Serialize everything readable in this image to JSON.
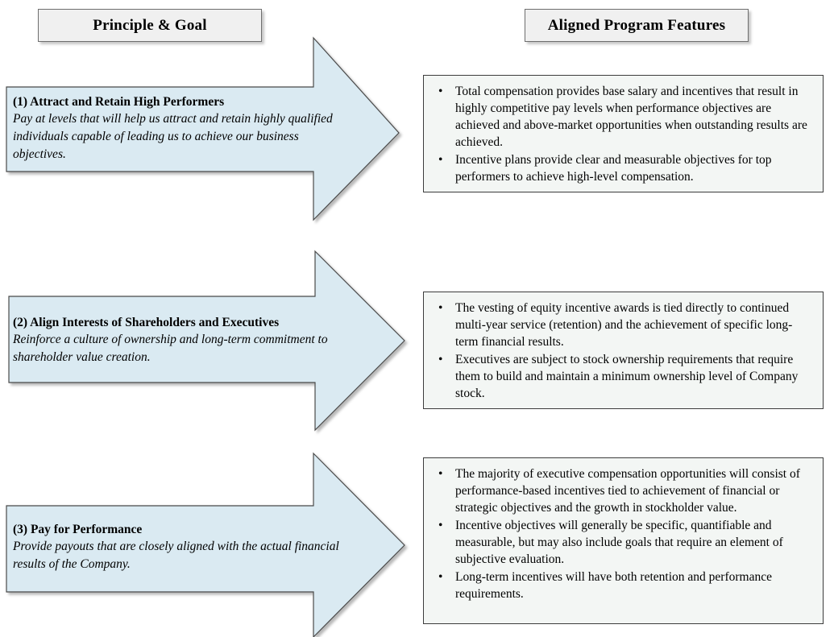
{
  "headers": {
    "left": "Principle & Goal",
    "right": "Aligned Program Features"
  },
  "colors": {
    "arrow_fill": "#daeaf2",
    "arrow_stroke": "#4a4a4a",
    "header_fill": "#f0f0f0",
    "header_stroke": "#6e6e6e",
    "feature_fill": "#f3f6f4",
    "feature_stroke": "#3c3c3c",
    "text": "#000000"
  },
  "rows": [
    {
      "arrow": {
        "title": "(1)  Attract and Retain High Performers",
        "description": "Pay at levels that will help us attract and retain highly qualified individuals capable of leading us to achieve our business objectives."
      },
      "features": {
        "bullet": "•",
        "items": [
          "Total compensation provides base salary and incentives that result in highly competitive pay levels when performance objectives are achieved and above-market opportunities when outstanding results are achieved.",
          "Incentive plans provide clear and measurable objectives for top performers to achieve high-level compensation."
        ]
      }
    },
    {
      "arrow": {
        "title": "(2)  Align Interests of Shareholders and Executives",
        "description": "Reinforce a culture of ownership and long-term commitment to shareholder value creation."
      },
      "features": {
        "bullet": "•",
        "items": [
          "The vesting of equity incentive awards is tied directly to continued multi-year service (retention) and the achievement of specific long-term financial results.",
          "Executives are subject to stock ownership requirements that require them to build and maintain a minimum ownership level of Company stock."
        ]
      }
    },
    {
      "arrow": {
        "title": "(3)  Pay for Performance",
        "description": "Provide payouts that are closely aligned with the actual financial results of the Company."
      },
      "features": {
        "bullet": "•",
        "items": [
          "The majority of executive compensation opportunities will consist of performance-based incentives tied to achievement of financial or strategic objectives and the growth in stockholder value.",
          "Incentive objectives will generally be specific, quantifiable and measurable, but may also include goals that require an element of subjective evaluation.",
          "Long-term incentives will have both retention and performance requirements."
        ]
      }
    }
  ]
}
